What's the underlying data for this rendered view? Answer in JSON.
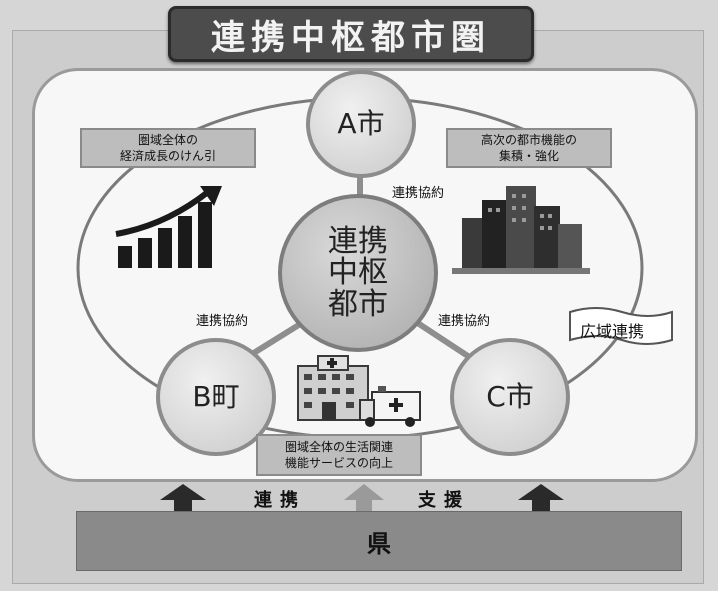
{
  "title": "連携中枢都市圏",
  "hub": {
    "label": "連携\n中枢\n都市"
  },
  "members": {
    "a": "A市",
    "b": "B町",
    "c": "C市"
  },
  "links": {
    "top": "連携協約",
    "left": "連携協約",
    "right": "連携協約"
  },
  "boxes": {
    "growth": "圏域全体の\n経済成長のけん引",
    "urban": "高次の都市機能の\n集積・強化",
    "services": "圏域全体の生活関連\n機能サービスの向上"
  },
  "wide_area": "広域連携",
  "prefecture": "県",
  "arrows": {
    "left_label": "連携",
    "right_label": "支援"
  },
  "icons": [
    "bar-chart-icon",
    "city-buildings-icon",
    "hospital-ambulance-icon"
  ],
  "colors": {
    "title_bg": "#4c4c4c",
    "hub_fill": "#b5b5b5",
    "node_fill": "#dcdcdc",
    "box_fill": "#bdbdbd",
    "prefecture_fill": "#8a8a8a",
    "arrow_fill": "#2a2a2a"
  }
}
